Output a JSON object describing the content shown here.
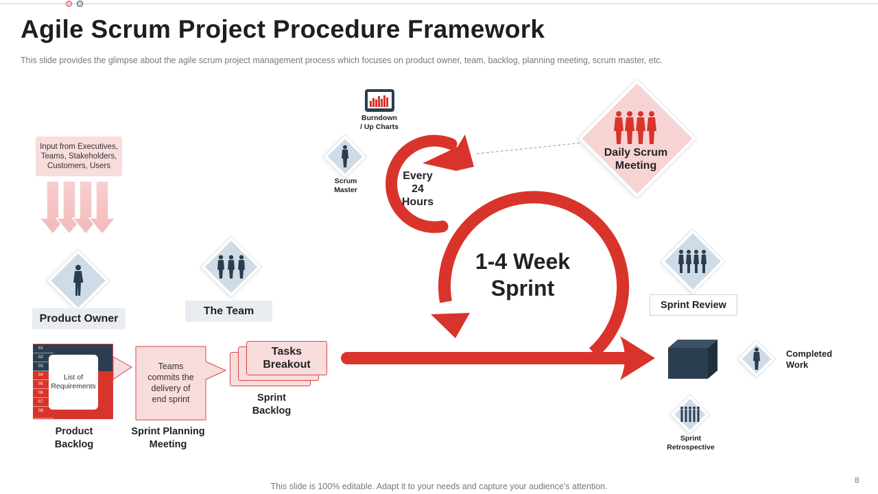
{
  "title": "Agile Scrum Project Procedure Framework",
  "subtitle": "This slide provides  the glimpse about the agile scrum project management  process which focuses on product owner,  team, backlog, planning meeting, scrum master, etc.",
  "footer": "This slide is 100% editable. Adapt it to your needs and capture your audience's attention.",
  "page_number": "8",
  "colors": {
    "accent_red": "#d9342b",
    "pink": "#f9dcdc",
    "blue_gray": "#cfdce7",
    "navy": "#2b3e4f"
  },
  "input": {
    "line1": "Input from Executives,",
    "line2": "Teams, Stakeholders,",
    "line3": "Customers, Users"
  },
  "product_owner": "Product Owner",
  "the_team": "The Team",
  "product_backlog": {
    "rows": [
      "01",
      "02",
      "03",
      "04",
      "05",
      "06",
      "07",
      "08"
    ],
    "card_line1": "List of",
    "card_line2": "Requirements",
    "label_line1": "Product",
    "label_line2": "Backlog"
  },
  "planning": {
    "note_line1": "Teams",
    "note_line2": "commits the",
    "note_line3": "delivery of",
    "note_line4": "end sprint",
    "label_line1": "Sprint Planning",
    "label_line2": "Meeting"
  },
  "tasks": {
    "line1": "Tasks",
    "line2": "Breakout"
  },
  "sprint_backlog": {
    "line1": "Sprint",
    "line2": "Backlog"
  },
  "burndown": {
    "line1": "Burndown",
    "line2": "/ Up Charts"
  },
  "scrum_master": {
    "line1": "Scrum",
    "line2": "Master"
  },
  "every24": {
    "line1": "Every",
    "line2": "24",
    "line3": "Hours"
  },
  "sprint": {
    "line1": "1-4 Week",
    "line2": "Sprint"
  },
  "daily_scrum": {
    "line1": "Daily Scrum",
    "line2": "Meeting"
  },
  "sprint_review": "Sprint Review",
  "completed_work": {
    "line1": "Completed",
    "line2": "Work"
  },
  "retrospective": {
    "line1": "Sprint",
    "line2": "Retrospective"
  }
}
